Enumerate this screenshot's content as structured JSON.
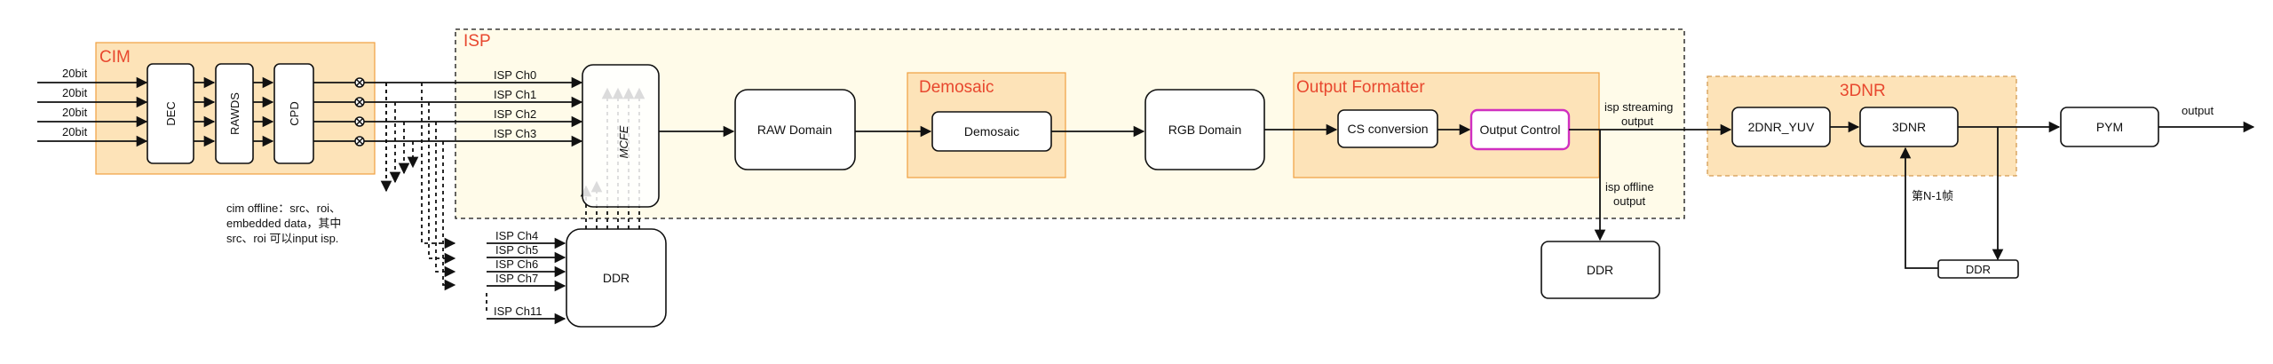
{
  "sections": {
    "cim": "CIM",
    "isp": "ISP",
    "demosaic": "Demosaic",
    "output_formatter": "Output Formatter",
    "dnr3": "3DNR"
  },
  "inputs": [
    "20bit",
    "20bit",
    "20bit",
    "20bit"
  ],
  "cim_blocks": [
    "DEC",
    "RAWDS",
    "CPD"
  ],
  "isp_channels": [
    "ISP Ch0",
    "ISP Ch1",
    "ISP Ch2",
    "ISP Ch3"
  ],
  "ddr_channels": [
    "ISP Ch4",
    "ISP Ch5",
    "ISP Ch6",
    "ISP Ch7",
    "ISP Ch11"
  ],
  "blocks": {
    "mcfe": "MCFE",
    "raw_domain": "RAW Domain",
    "demosaic": "Demosaic",
    "rgb_domain": "RGB Domain",
    "cs_conversion": "CS conversion",
    "output_control": "Output Control",
    "ddr": "DDR",
    "ddr_offline": "DDR",
    "dnr2_yuv": "2DNR_YUV",
    "dnr3": "3DNR",
    "pym": "PYM",
    "ddr_3dnr": "DDR"
  },
  "labels": {
    "isp_streaming": [
      "isp streaming",
      "output"
    ],
    "isp_offline": [
      "isp offline",
      "output"
    ],
    "output": "output",
    "frame_n1": "第N-1帧",
    "cim_offline": [
      "cim offline：src、roi、",
      "embedded data，其中",
      "src、roi 可以input isp."
    ]
  },
  "colors": {
    "section_title": "#e8472e",
    "group_fill": "#fde3b8",
    "group_stroke": "#f0a040",
    "output_control_border": "#d02fc0"
  }
}
